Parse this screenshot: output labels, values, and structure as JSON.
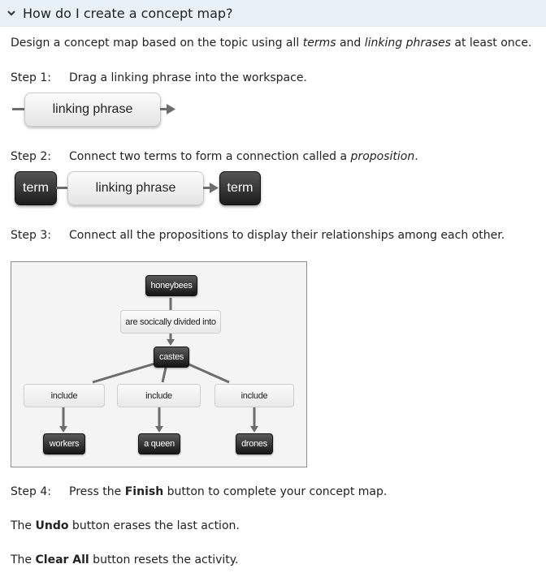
{
  "header": {
    "title": "How do I create a concept map?",
    "icon": "chevron-down-icon"
  },
  "intro": {
    "part1": "Design a concept map based on the topic using all ",
    "terms": "terms",
    "and": " and ",
    "linking_phrases": "linking phrases",
    "part2": " at least once."
  },
  "step1": {
    "label": "Step 1:",
    "text": "Drag a linking phrase into the workspace.",
    "pill": "linking phrase"
  },
  "step2": {
    "label": "Step 2:",
    "text1": "Connect two terms to form a connection called a ",
    "proposition": "proposition",
    "text2": ".",
    "term_left": "term",
    "pill": "linking phrase",
    "term_right": "term"
  },
  "step3": {
    "label": "Step 3:",
    "text": "Connect all the propositions to display their relationships among each other."
  },
  "example_map": {
    "root": "honeybees",
    "root_link": "are socically divided into",
    "middle": "castes",
    "links": [
      "include",
      "include",
      "include"
    ],
    "leaves": [
      "workers",
      "a queen",
      "drones"
    ]
  },
  "step4": {
    "label": "Step 4:",
    "text1": "Press the ",
    "bold": "Finish",
    "text2": " button to complete your concept map."
  },
  "undo": {
    "text1": "The ",
    "bold": "Undo",
    "text2": " button erases the last action."
  },
  "clear": {
    "text1": "The ",
    "bold": "Clear All",
    "text2": " button resets the activity."
  },
  "colors": {
    "header_bg": "#e8f0f8",
    "term_dark": "#1c1c1c",
    "link_light": "#efefef"
  }
}
